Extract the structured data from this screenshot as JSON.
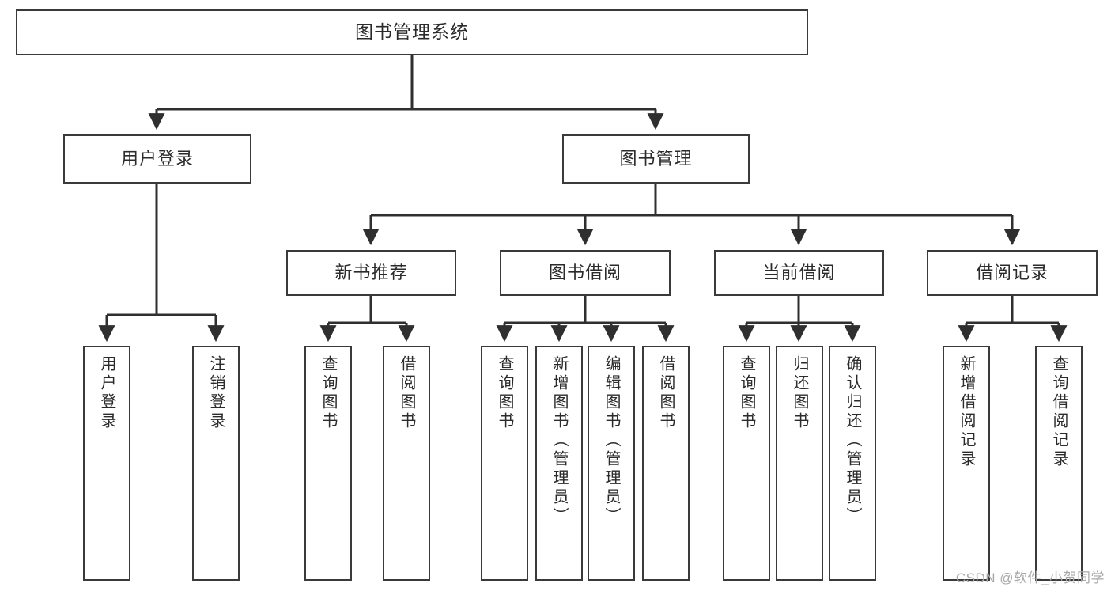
{
  "diagram": {
    "title": "图书管理系统",
    "root": {
      "id": "root",
      "label": "图书管理系统"
    },
    "level2": [
      {
        "id": "user-login",
        "label": "用户登录"
      },
      {
        "id": "book-manage",
        "label": "图书管理"
      }
    ],
    "level3": [
      {
        "id": "new-book-recommend",
        "label": "新书推荐"
      },
      {
        "id": "book-borrow",
        "label": "图书借阅"
      },
      {
        "id": "current-borrow",
        "label": "当前借阅"
      },
      {
        "id": "borrow-record",
        "label": "借阅记录"
      }
    ],
    "leaves": {
      "user_login": [
        {
          "id": "leaf-user-login",
          "label": "用户登录"
        },
        {
          "id": "leaf-user-logout",
          "label": "注销登录"
        }
      ],
      "new_book_recommend": [
        {
          "id": "leaf-query-book-1",
          "label": "查询图书"
        },
        {
          "id": "leaf-borrow-book-1",
          "label": "借阅图书"
        }
      ],
      "book_borrow": [
        {
          "id": "leaf-query-book-2",
          "label": "查询图书"
        },
        {
          "id": "leaf-add-book",
          "label": "新增图书（管理员）"
        },
        {
          "id": "leaf-edit-book",
          "label": "编辑图书（管理员）"
        },
        {
          "id": "leaf-borrow-book-2",
          "label": "借阅图书"
        }
      ],
      "current_borrow": [
        {
          "id": "leaf-query-book-3",
          "label": "查询图书"
        },
        {
          "id": "leaf-return-book",
          "label": "归还图书"
        },
        {
          "id": "leaf-confirm-return",
          "label": "确认归还（管理员）"
        }
      ],
      "borrow_record": [
        {
          "id": "leaf-add-record",
          "label": "新增借阅记录"
        },
        {
          "id": "leaf-query-record",
          "label": "查询借阅记录"
        }
      ]
    },
    "colors": {
      "box_border": "#3a3a3a",
      "box_fill": "#ffffff",
      "edge": "#2f2f2f",
      "text": "#2b2b2b",
      "watermark": "#a8a8a8"
    }
  },
  "watermark": {
    "text": "CSDN @软件_小贺同学"
  }
}
